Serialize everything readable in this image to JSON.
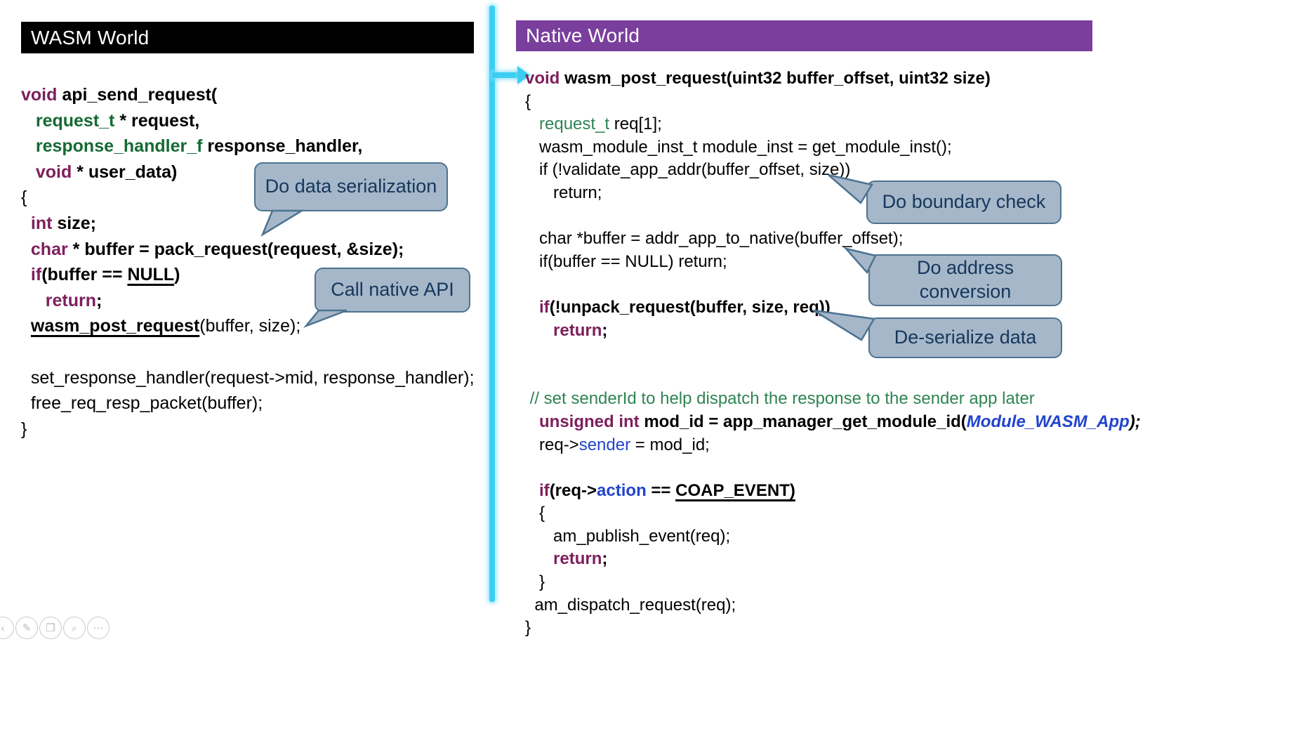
{
  "headers": {
    "wasm": "WASM World",
    "native": "Native World"
  },
  "colors": {
    "wasm_header_bg": "#000000",
    "wasm_header_text": "#ffffff",
    "native_header_bg": "#7A3E9D",
    "native_header_text": "#ffffff",
    "arrow": "#3CCDF2",
    "callout_fill": "#A5B7C9",
    "callout_border": "#4D7390",
    "callout_text": "#16365C",
    "keyword": "#7D1F5C",
    "type_green": "#156A33",
    "comment_green": "#2F8453",
    "ident_blue": "#2244CC",
    "code_black": "#000000"
  },
  "left_code": {
    "lines": [
      [
        {
          "t": "void ",
          "c": "k"
        },
        {
          "t": "api_send_request(",
          "c": "b"
        }
      ],
      [
        {
          "t": "   ",
          "c": "b"
        },
        {
          "t": "request_t ",
          "c": "t"
        },
        {
          "t": "* request,",
          "c": "b"
        }
      ],
      [
        {
          "t": "   ",
          "c": "b"
        },
        {
          "t": "response_handler_f ",
          "c": "t"
        },
        {
          "t": "response_handler,",
          "c": "b"
        }
      ],
      [
        {
          "t": "   ",
          "c": "b"
        },
        {
          "t": "void ",
          "c": "k"
        },
        {
          "t": "* user_data)",
          "c": "b"
        }
      ],
      [
        {
          "t": "{",
          "c": "n"
        }
      ],
      [
        {
          "t": "  ",
          "c": "b"
        },
        {
          "t": "int ",
          "c": "k"
        },
        {
          "t": "size;",
          "c": "b"
        }
      ],
      [
        {
          "t": "  ",
          "c": "b"
        },
        {
          "t": "char ",
          "c": "k"
        },
        {
          "t": "* buffer = pack_request(request, &size);",
          "c": "b"
        }
      ],
      [
        {
          "t": "  ",
          "c": "b"
        },
        {
          "t": "if",
          "c": "k"
        },
        {
          "t": "(buffer == ",
          "c": "b"
        },
        {
          "t": "NULL",
          "c": "u"
        },
        {
          "t": ")",
          "c": "b"
        }
      ],
      [
        {
          "t": "     ",
          "c": "b"
        },
        {
          "t": "return",
          "c": "k"
        },
        {
          "t": ";",
          "c": "b"
        }
      ],
      [
        {
          "t": "  ",
          "c": "n"
        },
        {
          "t": "wasm_post_request",
          "c": "u"
        },
        {
          "t": "(buffer, size);",
          "c": "n"
        }
      ],
      [],
      [
        {
          "t": "  set_response_handler(request->mid, response_handler);",
          "c": "n"
        }
      ],
      [
        {
          "t": "  free_req_resp_packet(buffer);",
          "c": "n"
        }
      ],
      [
        {
          "t": "}",
          "c": "n"
        }
      ]
    ]
  },
  "right_code": {
    "lines": [
      [
        {
          "t": "void ",
          "c": "k"
        },
        {
          "t": "wasm_post_request(uint32 buffer_offset, uint32 size)",
          "c": "b"
        }
      ],
      [
        {
          "t": "{",
          "c": "n"
        }
      ],
      [
        {
          "t": "   ",
          "c": "n"
        },
        {
          "t": "request_t",
          "c": "g"
        },
        {
          "t": " req[1];",
          "c": "n"
        }
      ],
      [
        {
          "t": "   wasm_module_inst_t module_inst = get_module_inst();",
          "c": "n"
        }
      ],
      [
        {
          "t": "   if (!validate_app_addr(buffer_offset, size))",
          "c": "n"
        }
      ],
      [
        {
          "t": "      return;",
          "c": "n"
        }
      ],
      [],
      [
        {
          "t": "   char *buffer = addr_app_to_native(buffer_offset);",
          "c": "n"
        }
      ],
      [
        {
          "t": "   if(buffer == NULL) return;",
          "c": "n"
        }
      ],
      [],
      [
        {
          "t": "   ",
          "c": "b"
        },
        {
          "t": "if",
          "c": "k"
        },
        {
          "t": "(!unpack_request(buffer, size, req))",
          "c": "b"
        }
      ],
      [
        {
          "t": "      ",
          "c": "b"
        },
        {
          "t": "return",
          "c": "k"
        },
        {
          "t": ";",
          "c": "b"
        }
      ],
      [],
      [],
      [
        {
          "t": " // set senderId to help dispatch the response to the sender app later",
          "c": "c"
        }
      ],
      [
        {
          "t": "   ",
          "c": "b"
        },
        {
          "t": "unsigned int ",
          "c": "k"
        },
        {
          "t": "mod_id = app_manager_get_module_id(",
          "c": "b"
        },
        {
          "t": "Module_WASM_App",
          "c": "bli"
        },
        {
          "t": ");",
          "c": "bi"
        }
      ],
      [
        {
          "t": "   req->",
          "c": "n"
        },
        {
          "t": "sender",
          "c": "bl"
        },
        {
          "t": " = mod_id;",
          "c": "n"
        }
      ],
      [],
      [
        {
          "t": "   ",
          "c": "b"
        },
        {
          "t": "if",
          "c": "k"
        },
        {
          "t": "(req->",
          "c": "b"
        },
        {
          "t": "action",
          "c": "blb"
        },
        {
          "t": " == ",
          "c": "b"
        },
        {
          "t": "COAP_EVENT)",
          "c": "u"
        }
      ],
      [
        {
          "t": "   {",
          "c": "n"
        }
      ],
      [
        {
          "t": "      am_publish_event(req);",
          "c": "n"
        }
      ],
      [
        {
          "t": "      ",
          "c": "b"
        },
        {
          "t": "return",
          "c": "k"
        },
        {
          "t": ";",
          "c": "b"
        }
      ],
      [
        {
          "t": "   }",
          "c": "n"
        }
      ],
      [
        {
          "t": "  am_dispatch_request(req);",
          "c": "n"
        }
      ],
      [
        {
          "t": "}",
          "c": "n"
        }
      ]
    ]
  },
  "callouts": [
    {
      "name": "do-data-serialization",
      "label": "Do data serialization"
    },
    {
      "name": "call-native-api",
      "label": "Call native API"
    },
    {
      "name": "do-boundary-check",
      "label": "Do boundary check"
    },
    {
      "name": "do-address-conversion",
      "label": "Do address conversion"
    },
    {
      "name": "de-serialize-data",
      "label": "De-serialize data"
    }
  ],
  "toolbar": {
    "icons": [
      {
        "name": "previous-slide-icon",
        "glyph": "‹"
      },
      {
        "name": "pen-icon",
        "glyph": "✎"
      },
      {
        "name": "all-slides-icon",
        "glyph": "❐"
      },
      {
        "name": "zoom-icon",
        "glyph": "⌕"
      },
      {
        "name": "more-options-icon",
        "glyph": "⋯"
      }
    ]
  }
}
